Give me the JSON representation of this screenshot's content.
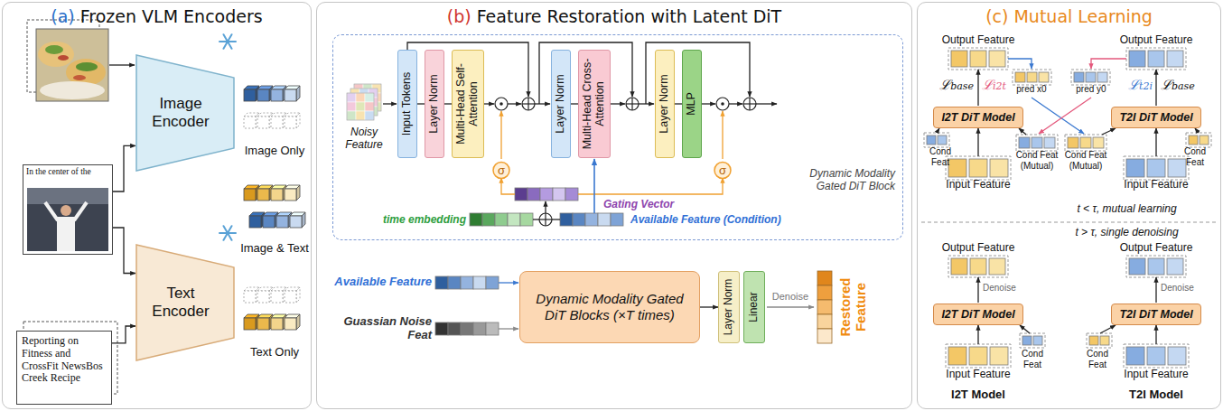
{
  "diagram": {
    "nodes": [
      {
        "text": [
          "(a) Frozen VLM Encoders"
        ]
      },
      {
        "text": [
          "In the center of the"
        ],
        "in": 0
      },
      {
        "text": [
          "Image Encoder"
        ],
        "in": 0
      },
      {
        "text": [
          "Text Encoder"
        ],
        "in": 0
      },
      {
        "text": [
          "Reporting on Fitness and CrossFit NewsBos Creek Recipe"
        ],
        "in": 0
      },
      {
        "text": [
          "(b) Feature Restoration with Latent DiT"
        ]
      },
      {
        "text": [
          "Dynamic Modality Gated DiT Block"
        ],
        "in": 5
      },
      {
        "text": [
          "Input Tokens"
        ],
        "in": 6
      },
      {
        "text": [
          "Layer Norm"
        ],
        "in": 6
      },
      {
        "text": [
          "Multi-Head Self-Attention"
        ],
        "in": 6
      },
      {
        "text": [
          "Layer Norm"
        ],
        "in": 6
      },
      {
        "text": [
          "Multi-Head Cross-Attention"
        ],
        "in": 6
      },
      {
        "text": [
          "Layer Norm"
        ],
        "in": 6
      },
      {
        "text": [
          "MLP"
        ],
        "in": 6
      },
      {
        "text": [
          "σ"
        ],
        "in": 6
      },
      {
        "text": [
          "σ"
        ],
        "in": 6
      },
      {
        "text": [
          "Dynamic Modality Gated DiT Blocks (×T times)"
        ],
        "in": 5
      },
      {
        "text": [
          "Layer Norm"
        ],
        "in": 5
      },
      {
        "text": [
          "Linear"
        ],
        "in": 5
      },
      {
        "text": [
          "(c) Mutual Learning"
        ]
      },
      {
        "text": [
          "I2T DiT Model"
        ],
        "in": 19
      },
      {
        "text": [
          "T2I DiT Model"
        ],
        "in": 19
      },
      {
        "text": [
          "I2T DiT Model"
        ],
        "in": 19
      },
      {
        "text": [
          "T2I DiT Model"
        ],
        "in": 19
      }
    ],
    "edges": [
      {
        "from": 1,
        "to": 2,
        "arrow": "to"
      },
      {
        "from": 1,
        "to": 3,
        "arrow": "to"
      },
      {
        "from": 4,
        "to": 3,
        "arrow": "to"
      },
      {
        "from": 16,
        "to": 17,
        "arrow": "to"
      }
    ],
    "labels": [
      "Image Only",
      "Image & Text",
      "Text Only",
      "Noisy Feature",
      "Gating Vector",
      "time embedding",
      "Available Feature (Condition)",
      "Available Feature",
      "Guassian Noise Feat",
      "Denoise",
      "Restored Feature",
      "Output Feature",
      "Output Feature",
      "ℒbase",
      "ℒi2t",
      "pred x0",
      "pred y0",
      "ℒt2i",
      "ℒbase",
      "Cond Feat",
      "Cond Feat (Mutual)",
      "Cond Feat (Mutual)",
      "Cond Feat",
      "Input Feature",
      "Input Feature",
      "t < τ, mutual learning",
      "t > τ, single denoising",
      "Output Feature",
      "Output Feature",
      "Denoise",
      "Denoise",
      "Cond Feat",
      "Cond Feat",
      "Input Feature",
      "Input Feature",
      "I2T Model",
      "T2I Model"
    ]
  }
}
